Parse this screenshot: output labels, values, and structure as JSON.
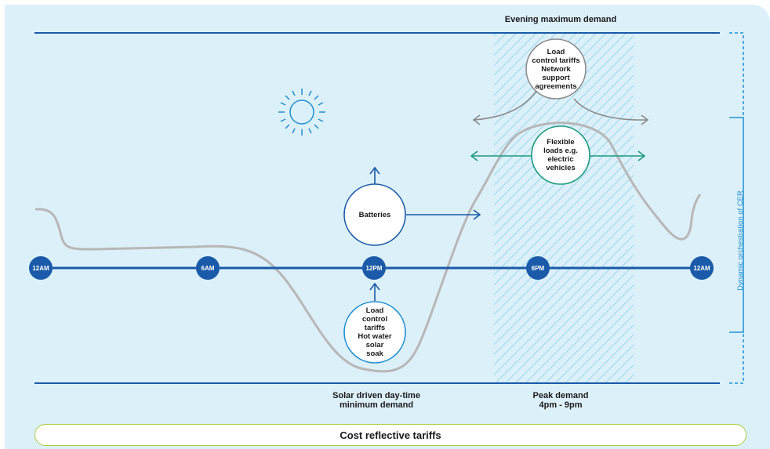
{
  "labels": {
    "evening_max": "Evening maximum demand",
    "solar_min": "Solar driven day-time\nminimum demand",
    "peak_demand": "Peak demand\n4pm - 9pm",
    "cost_tariffs": "Cost reflective tariffs",
    "side": "Dynamic orchestration of CER"
  },
  "times": [
    "12AM",
    "6AM",
    "12PM",
    "6PM",
    "12AM"
  ],
  "circles": {
    "load_control_network": "Load\ncontrol tariffs\nNetwork\nsupport\nagreements",
    "flexible_loads": "Flexible\nloads e.g.\nelectric\nvehicles",
    "batteries": "Batteries",
    "load_control_hotwater": "Load\ncontrol\ntariffs\nHot water\nsolar\nsoak"
  },
  "colors": {
    "navy": "#1a5aa8",
    "teal": "#1a9a7e",
    "grey": "#8a8a8a",
    "curve": "#b7b7b7",
    "light_blue": "#1f8fd0",
    "green": "#a9cc3a"
  },
  "icons": [
    "sun-icon"
  ]
}
